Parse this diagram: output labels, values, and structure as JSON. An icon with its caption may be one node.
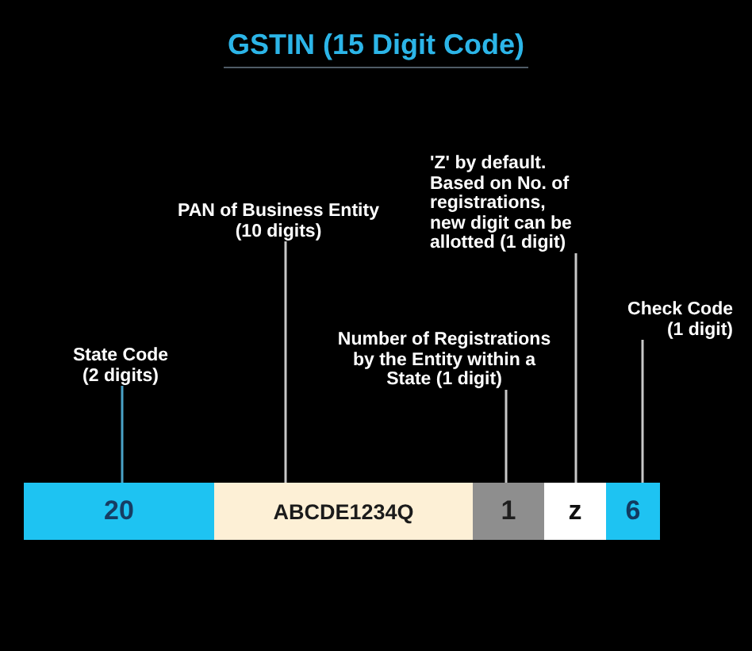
{
  "diagram": {
    "title": "GSTIN (15 Digit Code)",
    "nodes": [
      {
        "text": [
          "State Code (2 digits)"
        ]
      },
      {
        "text": [
          "PAN of Business Entity (10 digits)"
        ]
      },
      {
        "text": [
          "Number of Registrations by the Entity within a State (1 digit)"
        ]
      },
      {
        "text": [
          "'Z' by default. Based on No. of registrations, new digit can be allotted (1 digit)"
        ]
      },
      {
        "text": [
          "Check Code (1 digit)"
        ]
      },
      {
        "text": [
          "20"
        ]
      },
      {
        "text": [
          "ABCDE1234Q"
        ]
      },
      {
        "text": [
          "1"
        ]
      },
      {
        "text": [
          "z"
        ]
      },
      {
        "text": [
          "6"
        ]
      }
    ],
    "edges": [
      {
        "from": 0,
        "to": 5,
        "arrow": "none",
        "color": "#4aa3c8"
      },
      {
        "from": 1,
        "to": 6,
        "arrow": "none"
      },
      {
        "from": 2,
        "to": 7,
        "arrow": "none"
      },
      {
        "from": 3,
        "to": 8,
        "arrow": "none"
      },
      {
        "from": 4,
        "to": 9,
        "arrow": "none"
      }
    ]
  }
}
